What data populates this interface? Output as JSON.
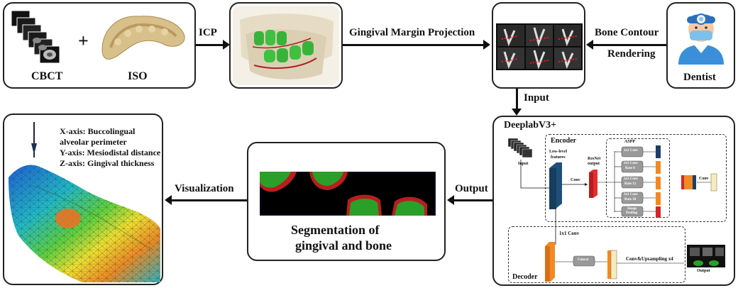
{
  "inputs": {
    "cbct_label": "CBCT",
    "plus": "+",
    "iso_label": "ISO"
  },
  "edges": {
    "icp": "ICP",
    "gingival_margin_projection": "Gingival Margin Projection",
    "bone_contour_line1": "Bone Contour",
    "bone_contour_line2": "Rendering",
    "input": "Input",
    "output": "Output",
    "visualization": "Visualization"
  },
  "dentist": {
    "label": "Dentist"
  },
  "deeplab": {
    "title": "DeeplabV3+",
    "encoder": "Encoder",
    "decoder": "Decoder",
    "input": "Input",
    "low_level_line1": "Low-level",
    "low_level_line2": "features",
    "resnet_line1": "ResNet",
    "resnet_line2": "output",
    "conv": "Conv",
    "aspp": "ASPP",
    "aspp_items": [
      [
        "1x1 Conv"
      ],
      [
        "3x3 Conv",
        "Rate 6"
      ],
      [
        "3x3 Conv",
        "Rate 12"
      ],
      [
        "3x3 Conv",
        "Rate 18"
      ],
      [
        "Image",
        "Pooling"
      ]
    ],
    "aspp_conv": "Conv",
    "conv_1x1": "1x1 Conv",
    "concat": "Concat",
    "upsampling": "Conv&Upsampling x4",
    "output": "Output"
  },
  "segmentation": {
    "line1": "Segmentation of",
    "line2": "gingival and bone"
  },
  "visual": {
    "x_axis_line1": "X-axis: Buccolingual",
    "x_axis_line2": "alveolar perimeter",
    "y_axis": "Y-axis: Mesiodistal distance",
    "z_axis": "Z-axis: Gingival thickness"
  }
}
